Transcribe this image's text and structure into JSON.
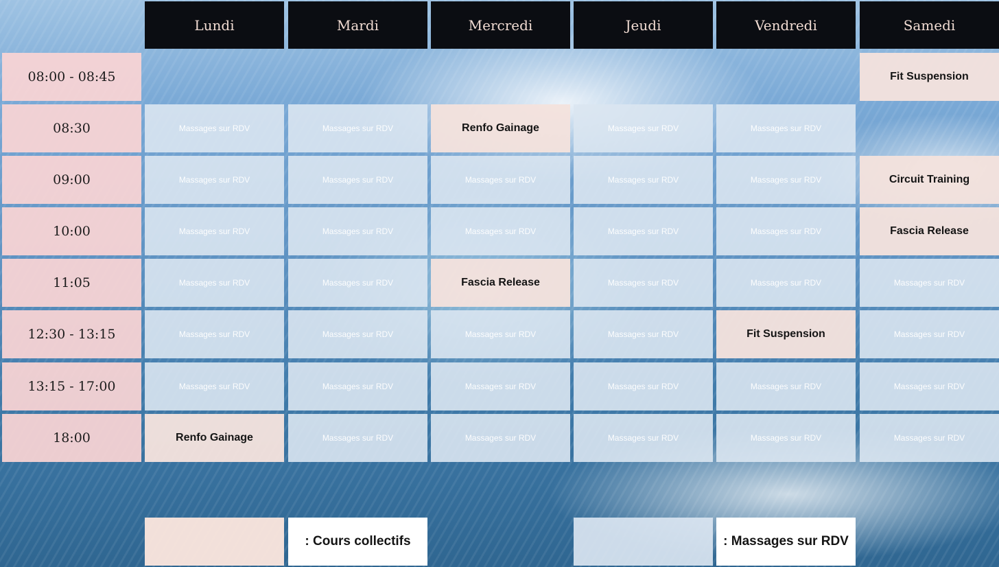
{
  "days": [
    "Lundi",
    "Mardi",
    "Mercredi",
    "Jeudi",
    "Vendredi",
    "Samedi"
  ],
  "times": [
    "08:00 - 08:45",
    "08:30",
    "09:00",
    "10:00",
    "11:05",
    "12:30 - 13:15",
    "13:15 - 17:00",
    "18:00"
  ],
  "rows": [
    [
      null,
      null,
      null,
      null,
      null,
      {
        "type": "class",
        "text": "Fit Suspension"
      }
    ],
    [
      {
        "type": "massage",
        "text": "Massages sur RDV"
      },
      {
        "type": "massage",
        "text": "Massages sur RDV"
      },
      {
        "type": "class",
        "text": "Renfo Gainage"
      },
      {
        "type": "massage",
        "text": "Massages sur RDV"
      },
      {
        "type": "massage",
        "text": "Massages sur RDV"
      },
      null
    ],
    [
      {
        "type": "massage",
        "text": "Massages sur RDV"
      },
      {
        "type": "massage",
        "text": "Massages sur RDV"
      },
      {
        "type": "massage",
        "text": "Massages sur RDV"
      },
      {
        "type": "massage",
        "text": "Massages sur RDV"
      },
      {
        "type": "massage",
        "text": "Massages sur RDV"
      },
      {
        "type": "class",
        "text": "Circuit Training"
      }
    ],
    [
      {
        "type": "massage",
        "text": "Massages sur RDV"
      },
      {
        "type": "massage",
        "text": "Massages sur RDV"
      },
      {
        "type": "massage",
        "text": "Massages sur RDV"
      },
      {
        "type": "massage",
        "text": "Massages sur RDV"
      },
      {
        "type": "massage",
        "text": "Massages sur RDV"
      },
      {
        "type": "class",
        "text": "Fascia Release"
      }
    ],
    [
      {
        "type": "massage",
        "text": "Massages sur RDV"
      },
      {
        "type": "massage",
        "text": "Massages sur RDV"
      },
      {
        "type": "class",
        "text": "Fascia Release"
      },
      {
        "type": "massage",
        "text": "Massages sur RDV"
      },
      {
        "type": "massage",
        "text": "Massages sur RDV"
      },
      {
        "type": "massage",
        "text": "Massages sur RDV"
      }
    ],
    [
      {
        "type": "massage",
        "text": "Massages sur RDV"
      },
      {
        "type": "massage",
        "text": "Massages sur RDV"
      },
      {
        "type": "massage",
        "text": "Massages sur RDV"
      },
      {
        "type": "massage",
        "text": "Massages sur RDV"
      },
      {
        "type": "class",
        "text": "Fit Suspension"
      },
      {
        "type": "massage",
        "text": "Massages sur RDV"
      }
    ],
    [
      {
        "type": "massage",
        "text": "Massages sur RDV"
      },
      {
        "type": "massage",
        "text": "Massages sur RDV"
      },
      {
        "type": "massage",
        "text": "Massages sur RDV"
      },
      {
        "type": "massage",
        "text": "Massages sur RDV"
      },
      {
        "type": "massage",
        "text": "Massages sur RDV"
      },
      {
        "type": "massage",
        "text": "Massages sur RDV"
      }
    ],
    [
      {
        "type": "class",
        "text": "Renfo Gainage"
      },
      {
        "type": "massage",
        "text": "Massages sur RDV"
      },
      {
        "type": "massage",
        "text": "Massages sur RDV"
      },
      {
        "type": "massage",
        "text": "Massages sur RDV"
      },
      {
        "type": "massage",
        "text": "Massages sur RDV"
      },
      {
        "type": "massage",
        "text": "Massages sur RDV"
      }
    ]
  ],
  "legend": {
    "collectifs_label": ": Cours collectifs",
    "massages_label": ": Massages sur RDV"
  },
  "colors": {
    "header_bg": "#0b0d12",
    "header_text": "#f1dcd3",
    "time_bg": "#fad4d4",
    "class_bg": "#f4e2dd",
    "massage_bg": "#dae5f1"
  }
}
